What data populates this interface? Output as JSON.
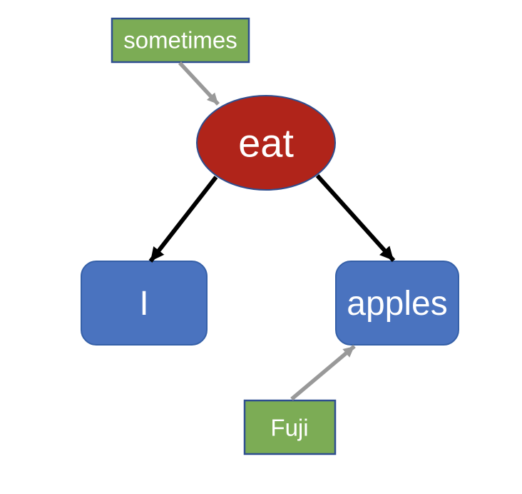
{
  "diagram": {
    "colors": {
      "background": "#FFFFFF",
      "node_green_fill": "#7CAC55",
      "node_green_border": "#2E4E8F",
      "node_red_fill": "#B0241A",
      "node_red_border": "#2E4E8F",
      "node_blue_fill": "#4A73BF",
      "node_blue_border": "#3560A8",
      "arrow_black": "#000000",
      "arrow_gray": "#999999",
      "label_text": "#FFFFFF"
    },
    "nodes": {
      "sometimes": {
        "label": "sometimes",
        "shape": "rectangle"
      },
      "eat": {
        "label": "eat",
        "shape": "ellipse"
      },
      "i": {
        "label": "I",
        "shape": "rounded-rectangle"
      },
      "apples": {
        "label": "apples",
        "shape": "rounded-rectangle"
      },
      "fuji": {
        "label": "Fuji",
        "shape": "rectangle"
      }
    },
    "edges": [
      {
        "from": "sometimes",
        "to": "eat",
        "style": "gray-arrow"
      },
      {
        "from": "eat",
        "to": "i",
        "style": "black-arrow"
      },
      {
        "from": "eat",
        "to": "apples",
        "style": "black-arrow"
      },
      {
        "from": "fuji",
        "to": "apples",
        "style": "gray-arrow"
      }
    ]
  }
}
